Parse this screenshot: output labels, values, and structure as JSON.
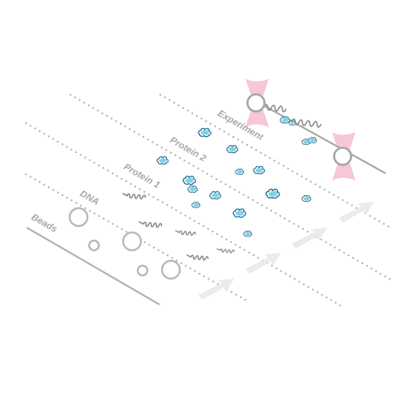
{
  "lanes": {
    "beads": "Beads",
    "dna": "DNA",
    "protein1": "Protein 1",
    "protein2": "Protein 2",
    "experiment": "Experiment"
  },
  "colors": {
    "lane_line": "#b3b3b3",
    "dots": "#b0b0b0",
    "label": "#a7a7a7",
    "protein_outline": "#2b6f93",
    "protein_fill": "#7bd3e6",
    "trap": "#f7c6d8",
    "arrow": "#ebebeb"
  },
  "icons": [
    "bead-icon",
    "dna-strand-icon",
    "protein-icon",
    "flow-arrow-icon",
    "optical-trap-icon"
  ]
}
